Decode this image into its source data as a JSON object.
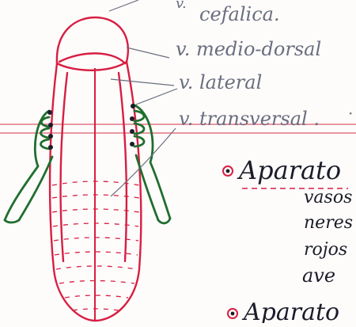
{
  "labels": {
    "cefalica": "cefalica.",
    "medio_dorsal": "v. medio-dorsal",
    "lateral": "v. lateral",
    "transversal": "v. transversal .",
    "partial_top": "v.",
    "right_dot": "·"
  },
  "side_notes": {
    "aparato_1": "Aparato",
    "line_1": "vasos",
    "line_2": "neres",
    "line_3": "rojos",
    "line_4": "ave",
    "aparato_2": "Aparato"
  },
  "colors": {
    "ink_red": "#d81e43",
    "ink_green": "#1f6e2f",
    "ink_gray": "#6a6e80",
    "ink_dark": "#1c1c2a",
    "rule_line": "#e05a6c"
  }
}
